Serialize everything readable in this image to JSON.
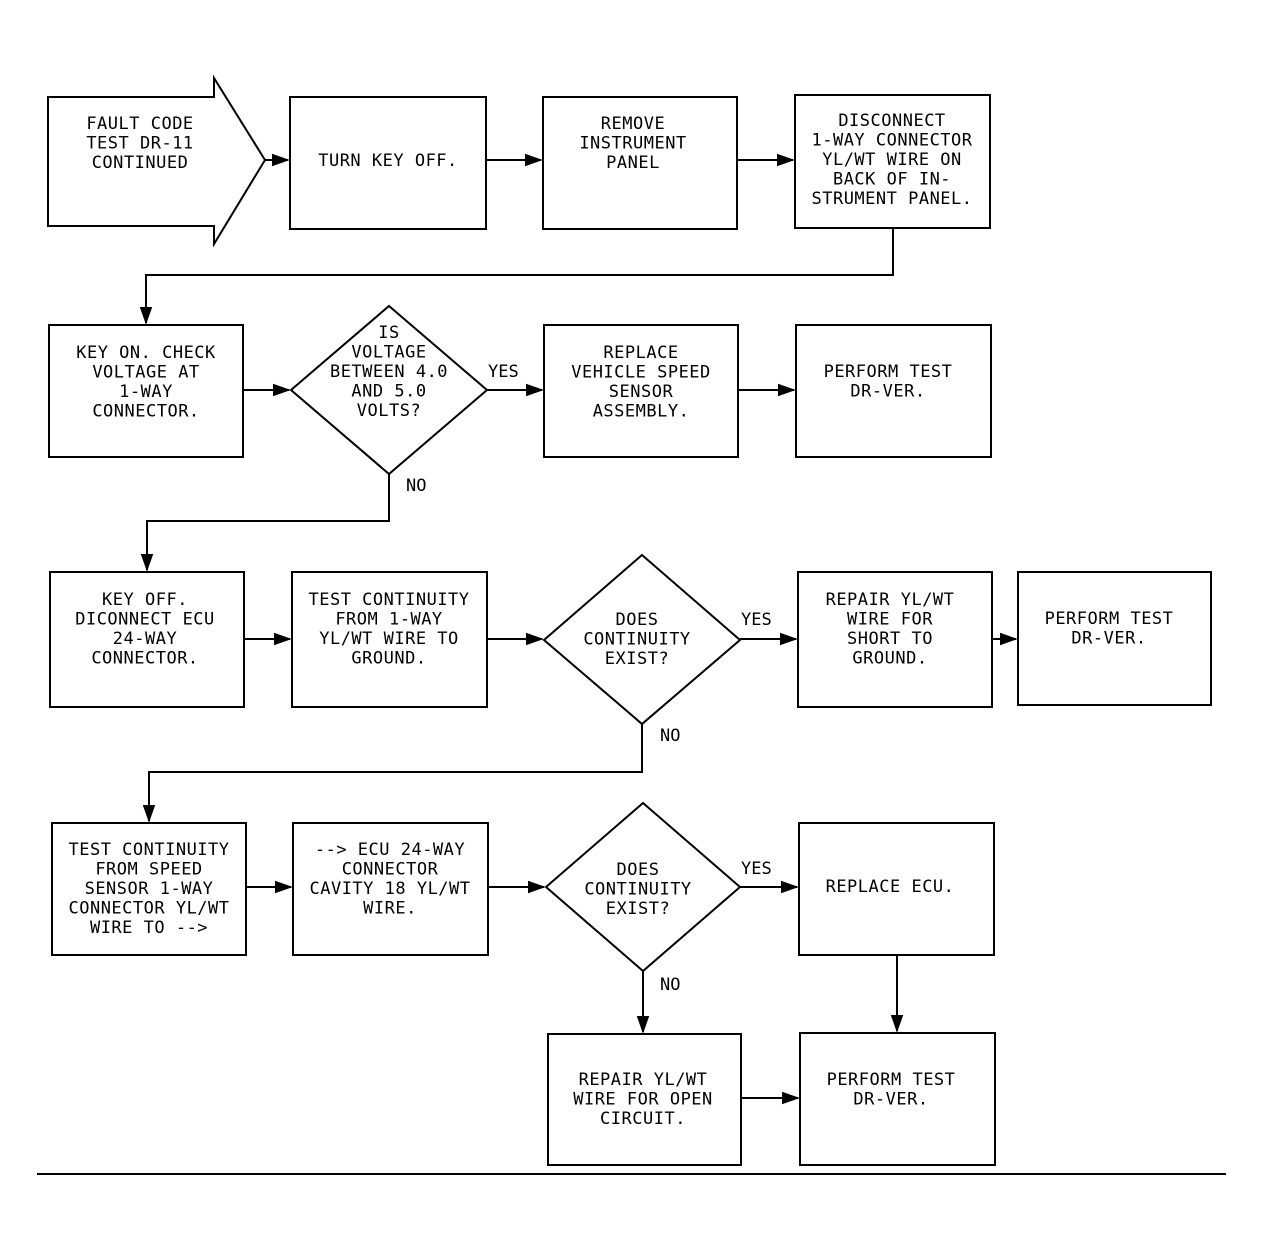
{
  "nodes": {
    "start": [
      "FAULT CODE",
      "TEST DR-11",
      "CONTINUED"
    ],
    "turn_key_off": [
      "TURN KEY OFF."
    ],
    "remove_panel": [
      "REMOVE",
      "INSTRUMENT",
      "PANEL"
    ],
    "disconnect_1way": [
      "DISCONNECT",
      "1-WAY CONNECTOR",
      "YL/WT WIRE ON",
      "BACK OF IN-",
      "STRUMENT PANEL."
    ],
    "key_on_check": [
      "KEY ON. CHECK",
      "VOLTAGE AT",
      "1-WAY",
      "CONNECTOR."
    ],
    "voltage_decision": [
      "IS",
      "VOLTAGE",
      "BETWEEN 4.0",
      "AND 5.0",
      "VOLTS?"
    ],
    "replace_vss": [
      "REPLACE",
      "VEHICLE SPEED",
      "SENSOR",
      "ASSEMBLY."
    ],
    "perform_test_1": [
      "PERFORM TEST",
      "DR-VER."
    ],
    "key_off_disconnect_ecu": [
      "KEY OFF.",
      "DICONNECT ECU",
      "24-WAY",
      "CONNECTOR."
    ],
    "test_continuity_ground": [
      "TEST CONTINUITY",
      "FROM 1-WAY",
      "YL/WT WIRE TO",
      "GROUND."
    ],
    "continuity_decision_1": [
      "DOES",
      "CONTINUITY",
      "EXIST?"
    ],
    "repair_short": [
      "REPAIR YL/WT",
      "WIRE FOR",
      "SHORT TO",
      "GROUND."
    ],
    "perform_test_2": [
      "PERFORM TEST",
      "DR-VER."
    ],
    "test_continuity_sensor": [
      "TEST CONTINUITY",
      "FROM SPEED",
      "SENSOR 1-WAY",
      "CONNECTOR YL/WT",
      "WIRE TO -->"
    ],
    "ecu_cavity": [
      "--> ECU 24-WAY",
      "CONNECTOR",
      "CAVITY 18 YL/WT",
      "WIRE."
    ],
    "continuity_decision_2": [
      "DOES",
      "CONTINUITY",
      "EXIST?"
    ],
    "replace_ecu": [
      "REPLACE ECU."
    ],
    "repair_open": [
      "REPAIR YL/WT",
      "WIRE FOR OPEN",
      "CIRCUIT."
    ],
    "perform_test_3": [
      "PERFORM TEST",
      "DR-VER."
    ]
  },
  "edge_labels": {
    "voltage_yes": "YES",
    "voltage_no": "NO",
    "continuity1_yes": "YES",
    "continuity1_no": "NO",
    "continuity2_yes": "YES",
    "continuity2_no": "NO"
  }
}
